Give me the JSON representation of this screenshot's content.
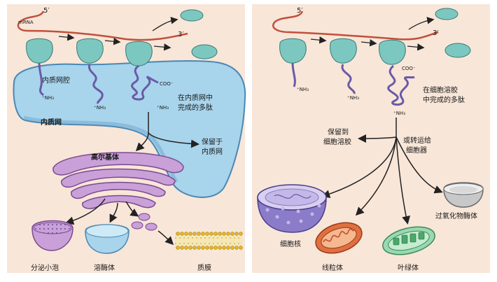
{
  "colors": {
    "panel_bg": "#f8e6d8",
    "er_fill": "#a8d4ec",
    "ribosome": "#7cc8c0",
    "mrna": "#c0503c",
    "polypeptide": "#6a5aa8",
    "golgi": "#c9a0d8",
    "nucleus": "#8a7cc8",
    "mitochondrion": "#e07040",
    "chloroplast": "#9ad8b0"
  },
  "left": {
    "five_prime": "5′",
    "three_prime": "3′",
    "mrna": "mRNA",
    "er_lumen": "内质网腔",
    "nh3_1": "⁺NH₃",
    "nh3_2": "⁺NH₃",
    "nh3_3": "⁺NH₃",
    "coo": "COO⁻",
    "er_polypeptide_1": "在内质网中",
    "er_polypeptide_2": "完成的多肽",
    "er": "内质网",
    "retain_1": "保留于",
    "retain_2": "内质网",
    "golgi": "高尔基体",
    "vesicle": "分泌小泡",
    "lysosome": "溶酶体",
    "membrane": "质膜"
  },
  "right": {
    "five_prime": "5′",
    "three_prime": "3′",
    "nh3_1": "⁺NH₃",
    "nh3_2": "⁺NH₃",
    "nh3_3": "⁺NH₃",
    "coo": "COO⁻",
    "cyto_polypeptide_1": "在细胞溶胶",
    "cyto_polypeptide_2": "中完成的多肽",
    "retain_1": "保留到",
    "retain_2": "细胞溶胶",
    "transport_1": "或转运给",
    "transport_2": "细胞器",
    "nucleus": "细胞核",
    "mitochondrion": "线粒体",
    "chloroplast": "叶绿体",
    "peroxisome": "过氧化物酶体"
  }
}
